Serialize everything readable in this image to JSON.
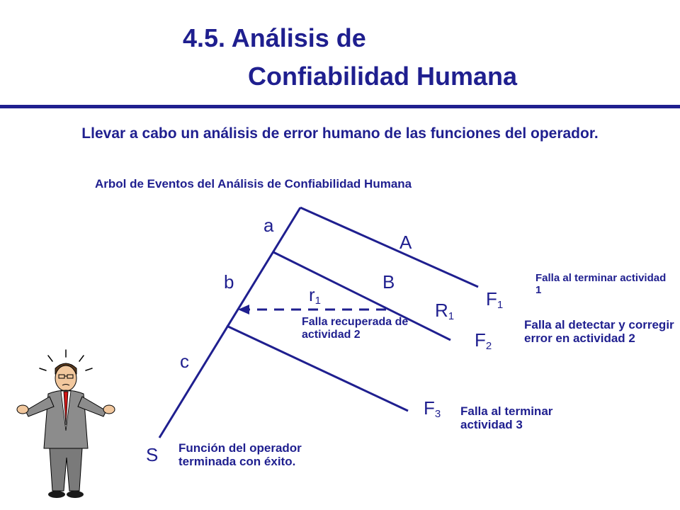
{
  "title": {
    "line1": "4.5. Análisis de",
    "line2": "Confiabilidad Humana"
  },
  "subtitle": "Llevar a cabo un análisis de error humano de las funciones del operador.",
  "caption": "Arbol de Eventos del Análisis de Confiabilidad Humana",
  "tree": {
    "labels": {
      "a": "a",
      "A": "A",
      "b": "b",
      "B": "B",
      "r1": {
        "base": "r",
        "sub": "1"
      },
      "R1": {
        "base": "R",
        "sub": "1"
      },
      "c": "c",
      "S": "S",
      "F1": {
        "base": "F",
        "sub": "1"
      },
      "F2": {
        "base": "F",
        "sub": "2"
      },
      "F3": {
        "base": "F",
        "sub": "3"
      }
    },
    "notes": {
      "f1": "Falla al terminar actividad 1",
      "f2": "Falla al  detectar y corregir error en actividad 2",
      "f3": "Falla al terminar actividad 3",
      "recovered": "Falla recuperada  de actividad 2",
      "success": "Función del operador terminada con éxito."
    }
  },
  "colors": {
    "primary": "#1f1f8f",
    "rule": "#1f1f8f"
  },
  "illustration": "confused-man-icon"
}
